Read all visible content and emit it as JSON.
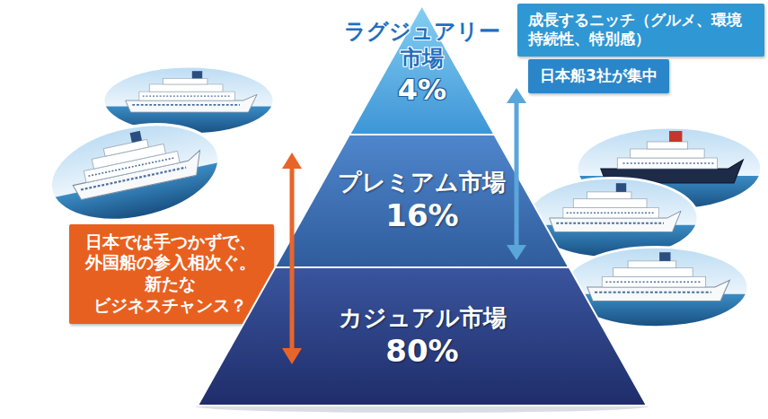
{
  "diagram": {
    "nodes": [
      {
        "text": [
          "ラグジュアリー 市場",
          "4%"
        ]
      },
      {
        "text": [
          "成長するニッチ（グルメ、環境 持続性、特別感）"
        ]
      },
      {
        "text": [
          "日本船3社が集中"
        ]
      },
      {
        "text": [
          "プレミアム市場",
          "16%"
        ]
      },
      {
        "text": [
          "日本では手つかずで、 外国船の参入相次ぐ。 新たな ビジネスチャンス？"
        ]
      },
      {
        "text": [
          "カジュアル市場",
          "80%"
        ]
      }
    ]
  }
}
